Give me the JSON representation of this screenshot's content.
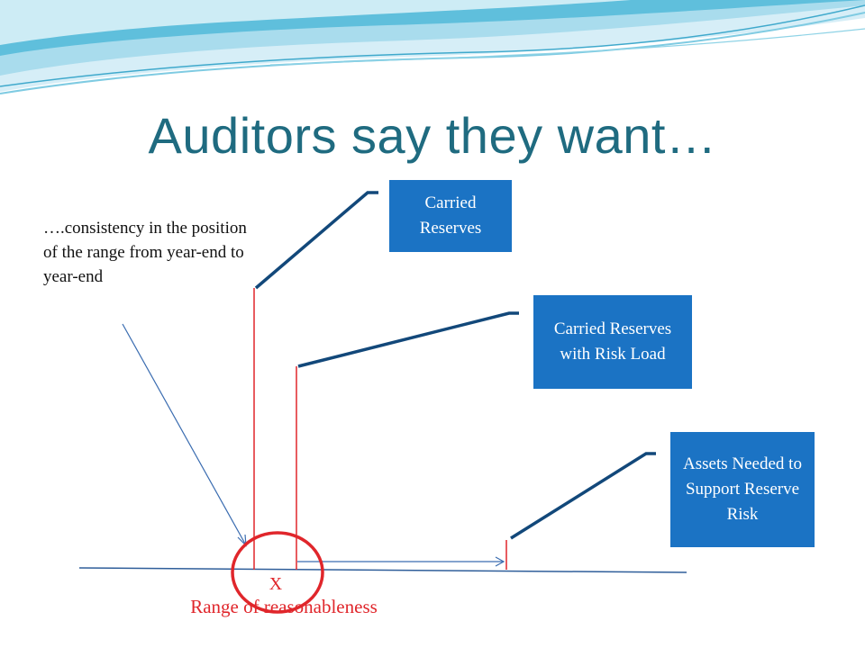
{
  "title": "Auditors say they want…",
  "note": "….consistency in the position of the range from year-end to year-end",
  "boxes": {
    "carried_reserves": "Carried Reserves",
    "carried_reserves_risk_load": "Carried Reserves with Risk Load",
    "assets_needed": "Assets Needed to Support Reserve Risk"
  },
  "x_mark": "X",
  "range_label": "Range of reasonableness",
  "colors": {
    "title": "#1f6b80",
    "box_fill": "#1b73c4",
    "connector": "#12487a",
    "red": "#e0262b",
    "baseline": "#2f5e9a",
    "arrow": "#3a6cb0"
  }
}
